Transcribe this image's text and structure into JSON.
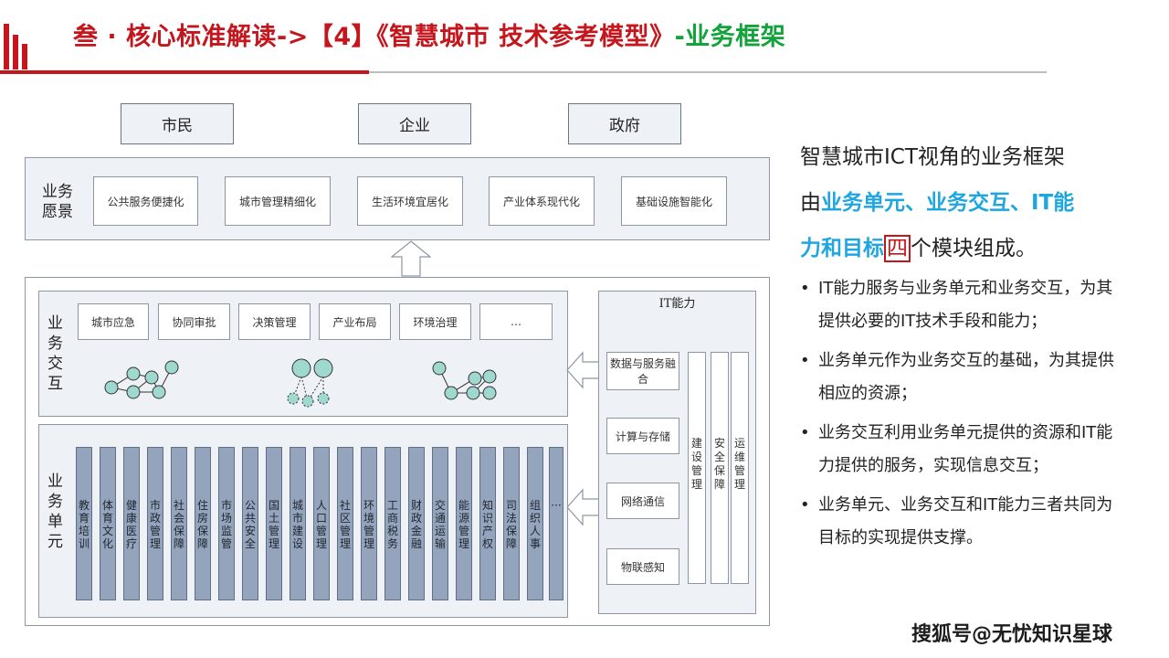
{
  "header": {
    "title_red": "叁 · 核心标准解读->【4】《智慧城市 技术参考模型》",
    "title_green": "-业务框架"
  },
  "diagram": {
    "actors": [
      "市民",
      "企业",
      "政府"
    ],
    "vision": {
      "label": "业务愿景",
      "goals": [
        "公共服务便捷化",
        "城市管理精细化",
        "生活环境宜居化",
        "产业体系现代化",
        "基础设施智能化"
      ]
    },
    "interaction": {
      "label": "业务交互",
      "items": [
        "城市应急",
        "协同审批",
        "决策管理",
        "产业布局",
        "环境治理",
        "…"
      ]
    },
    "units": {
      "label": "业务单元",
      "items": [
        "教育培训",
        "体育文化",
        "健康医疗",
        "市政管理",
        "社会保障",
        "住房保障",
        "市场监管",
        "公共安全",
        "国土管理",
        "城市建设",
        "人口管理",
        "社区管理",
        "环境管理",
        "工商税务",
        "财政金融",
        "交通运输",
        "能源管理",
        "知识产权",
        "司法保障",
        "组织人事",
        "···"
      ]
    },
    "it": {
      "label": "IT能力",
      "services": [
        "数据与服务融合",
        "计算与存储",
        "网络通信",
        "物联感知"
      ],
      "support": [
        "建设管理",
        "安全保障",
        "运维管理"
      ]
    }
  },
  "intro": {
    "line1": "智慧城市ICT视角的业务框架",
    "you": "由",
    "highlight1": "业务单元、业务交互、IT能",
    "highlight2": "力和目标",
    "four": "四",
    "tail": "个模块组成。"
  },
  "bullets": [
    "IT能力服务与业务单元和业务交互，为其提供必要的IT技术手段和能力；",
    "业务单元作为业务交互的基础，为其提供相应的资源；",
    "业务交互利用业务单元提供的资源和IT能力提供的服务，实现信息交互；",
    "业务单元、业务交互和IT能力三者共同为目标的实现提供支撑。"
  ],
  "watermark": "搜狐号@无忧知识星球",
  "colors": {
    "brand_red": "#c4161c",
    "title_green": "#12a33a",
    "highlight_blue": "#1ea6e0",
    "unit_fill": "#95a4bd",
    "panel_fill": "#eef1f6"
  }
}
